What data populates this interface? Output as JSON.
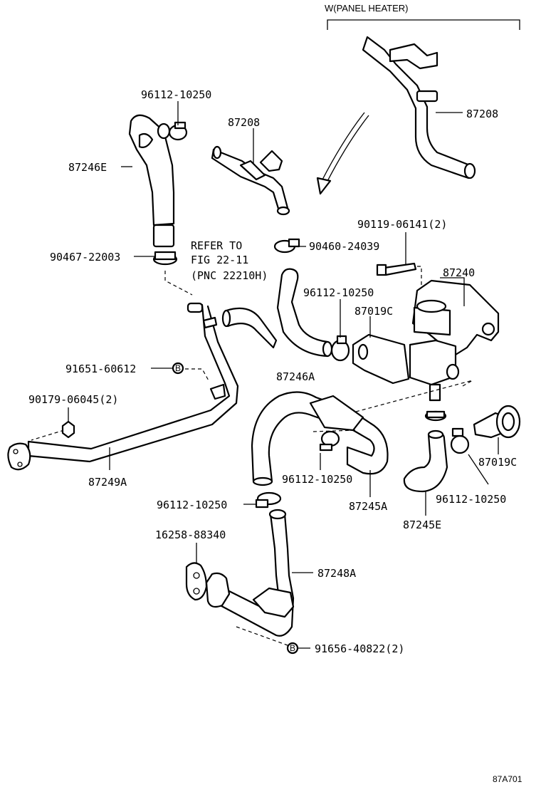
{
  "header": {
    "variant": "W(PANEL HEATER)",
    "code": "87A701"
  },
  "note": {
    "line1": "REFER TO",
    "line2": "FIG 22-11",
    "line3": "(PNC 22210H)"
  },
  "labels": {
    "p87208_left": "87208",
    "p87208_right": "87208",
    "p96112_top": "96112-10250",
    "p87246E": "87246E",
    "p90467": "90467-22003",
    "p90460": "90460-24039",
    "p90119": "90119-06141(2)",
    "p87240": "87240",
    "p96112_mid": "96112-10250",
    "p87019C_mid": "87019C",
    "p87246A": "87246A",
    "p91651": "91651-60612",
    "p90179": "90179-06045(2)",
    "p87249A": "87249A",
    "p96112_c": "96112-10250",
    "p87245A": "87245A",
    "p87019C_right": "87019C",
    "p96112_right": "96112-10250",
    "p87245E": "87245E",
    "p96112_low": "96112-10250",
    "p16258": "16258-88340",
    "p87248A": "87248A",
    "p91656": "91656-40822(2)"
  }
}
